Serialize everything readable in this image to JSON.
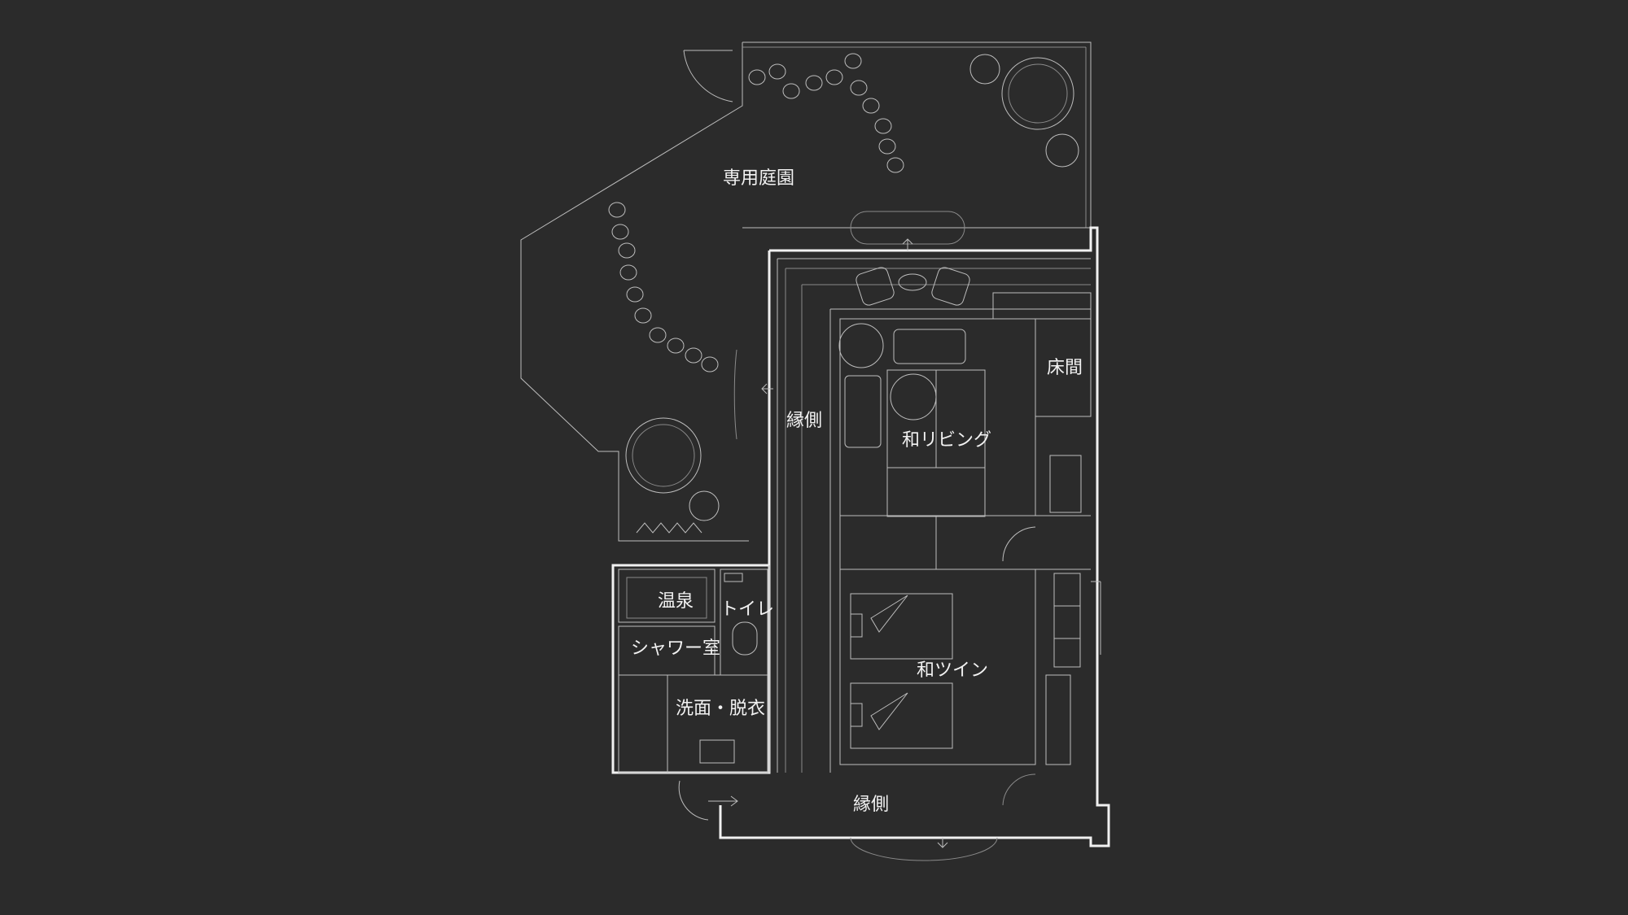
{
  "labels": {
    "garden": "専用庭園",
    "engawa_top": "縁側",
    "living": "和リビング",
    "tokonoma": "床間",
    "onsen": "温泉",
    "toilet": "トイレ",
    "shower": "シャワー室",
    "washroom": "洗面・脱衣",
    "twin": "和ツイン",
    "engawa_bottom": "縁側"
  },
  "colors": {
    "background": "#2b2b2b",
    "line": "#e6e6e6"
  }
}
